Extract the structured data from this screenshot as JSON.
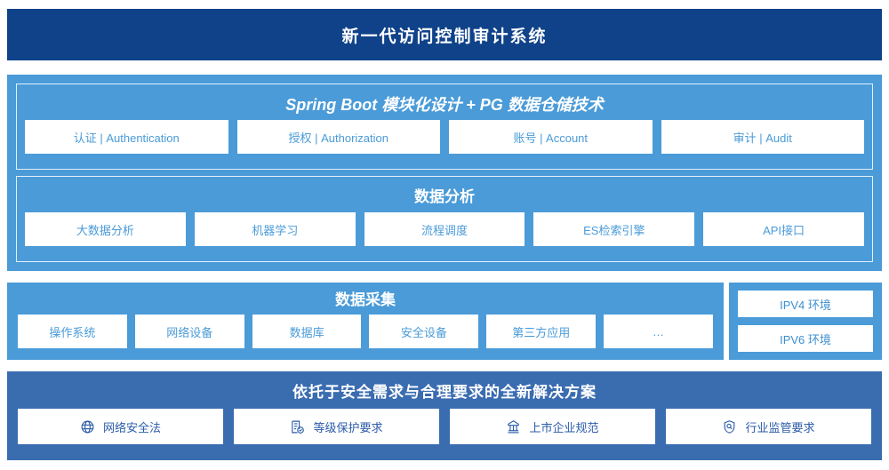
{
  "header": {
    "title": "新一代访问控制审计系统"
  },
  "application_layer": {
    "spring": {
      "title": "Spring Boot 模块化设计 + PG 数据仓储技术",
      "cards": [
        {
          "label": "认证 | Authentication"
        },
        {
          "label": "授权 | Authorization"
        },
        {
          "label": "账号 | Account"
        },
        {
          "label": "审计 | Audit"
        }
      ]
    },
    "analysis": {
      "title": "数据分析",
      "cards": [
        {
          "label": "大数据分析"
        },
        {
          "label": "机器学习"
        },
        {
          "label": "流程调度"
        },
        {
          "label": "ES检索引擎"
        },
        {
          "label": "API接口"
        }
      ]
    }
  },
  "collection": {
    "title": "数据采集",
    "cards": [
      {
        "label": "操作系统"
      },
      {
        "label": "网络设备"
      },
      {
        "label": "数据库"
      },
      {
        "label": "安全设备"
      },
      {
        "label": "第三方应用"
      },
      {
        "label": "…"
      }
    ]
  },
  "environments": {
    "cards": [
      {
        "label": "IPV4 环境"
      },
      {
        "label": "IPV6 环境"
      }
    ]
  },
  "solutions": {
    "title": "依托于安全需求与合理要求的全新解决方案",
    "cards": [
      {
        "label": "网络安全法",
        "icon": "globe-network-icon"
      },
      {
        "label": "等级保护要求",
        "icon": "document-check-icon"
      },
      {
        "label": "上市企业规范",
        "icon": "bank-building-icon"
      },
      {
        "label": "行业监管要求",
        "icon": "shield-search-icon"
      }
    ]
  },
  "colors": {
    "header_navy": "#0f4289",
    "panel_blue": "#4a9bd8",
    "solution_blue": "#3a6cb0",
    "card_text_blue": "#4a9bd8",
    "solution_text_blue": "#2b5ca8",
    "card_white": "#ffffff"
  }
}
